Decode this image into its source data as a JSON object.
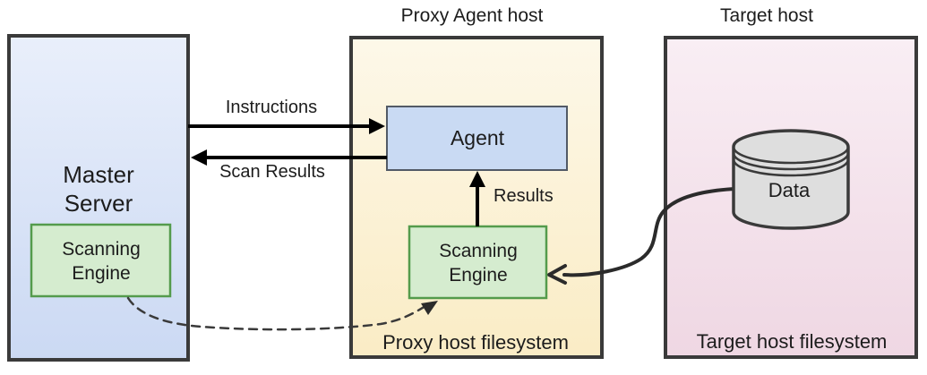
{
  "diagram": {
    "hosts": {
      "master": {
        "title_line1": "Master",
        "title_line2": "Server",
        "engine_line1": "Scanning",
        "engine_line2": "Engine"
      },
      "proxy": {
        "label": "Proxy Agent host",
        "agent_label": "Agent",
        "engine_line1": "Scanning",
        "engine_line2": "Engine",
        "filesystem_label": "Proxy host filesystem"
      },
      "target": {
        "label": "Target host",
        "data_label": "Data",
        "filesystem_label": "Target host filesystem"
      }
    },
    "edges": {
      "instructions_label": "Instructions",
      "scan_results_label": "Scan Results",
      "results_label": "Results"
    },
    "colors": {
      "master_fill_top": "#e9effb",
      "master_fill_bottom": "#cbd9f3",
      "proxy_fill_top": "#fdf8e9",
      "proxy_fill_bottom": "#faecc5",
      "target_fill_top": "#f9eef4",
      "target_fill_bottom": "#efd7e3",
      "agent_fill": "#c9daf3",
      "agent_border": "#525a66",
      "engine_fill": "#d5eccf",
      "engine_border": "#549b4c",
      "cylinder_fill": "#dedede",
      "outer_border": "#3a3a3a",
      "arrow": "#000000",
      "text": "#1c1c1c"
    }
  }
}
